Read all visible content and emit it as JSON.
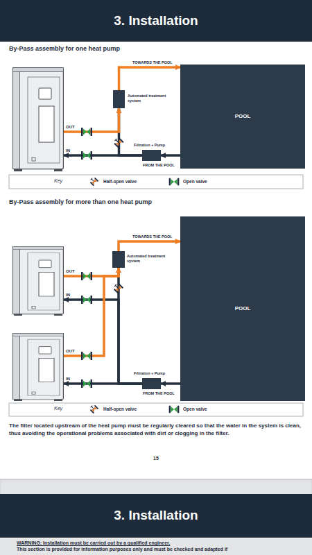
{
  "diagram": {
    "title": "3. Installation",
    "nodes": [
      {
        "text": [
          "Automated treatment system"
        ]
      },
      {
        "text": [
          "POOL"
        ]
      },
      {
        "text": [
          "Filtration + Pump"
        ]
      },
      {
        "text": [
          "OUT",
          "IN"
        ]
      },
      {
        "text": [
          "Automated treatment system"
        ]
      },
      {
        "text": [
          "POOL"
        ]
      },
      {
        "text": [
          "OUT",
          "IN"
        ]
      },
      {
        "text": [
          "OUT",
          "IN"
        ]
      },
      {
        "text": [
          "Filtration + Pump"
        ]
      },
      {
        "text": [
          "WARNING: Installation must be carried out by a qualified engineer.",
          "This section is provided for information purposes only and must be checked and adapted if"
        ]
      }
    ],
    "edges": [
      {
        "from": 1,
        "to": 2,
        "arrow": "to",
        "label": "FROM THE POOL"
      },
      {
        "from": 2,
        "to": 3,
        "arrow": "to"
      },
      {
        "from": 2,
        "to": 0,
        "arrow": "to"
      },
      {
        "from": 3,
        "to": 0,
        "arrow": "to"
      },
      {
        "from": 0,
        "to": 1,
        "arrow": "to",
        "label": "TOWARDS THE POOL"
      },
      {
        "from": 5,
        "to": 8,
        "arrow": "to",
        "label": "FROM THE POOL"
      },
      {
        "from": 8,
        "to": 6,
        "arrow": "to"
      },
      {
        "from": 8,
        "to": 7,
        "arrow": "to"
      },
      {
        "from": 8,
        "to": 4,
        "arrow": "to"
      },
      {
        "from": 6,
        "to": 4,
        "arrow": "to"
      },
      {
        "from": 7,
        "to": 4,
        "arrow": "to"
      },
      {
        "from": 4,
        "to": 5,
        "arrow": "to",
        "label": "TOWARDS THE POOL"
      }
    ],
    "labels": [
      "By-Pass assembly for one heat pump",
      "Key",
      "By-Pass assembly for more than one heat pump",
      "Key",
      "The filter located upstream of the heat pump must be regularly cleared so that the water in the system is clean, thus avoiding the operational problems associated with dirt or clogging in the filter.",
      "15",
      "3. Installation"
    ],
    "legend": [
      {
        "text": "Half-open valve"
      },
      {
        "text": "Open valve"
      },
      {
        "text": "Half-open valve"
      },
      {
        "text": "Open valve"
      }
    ]
  }
}
